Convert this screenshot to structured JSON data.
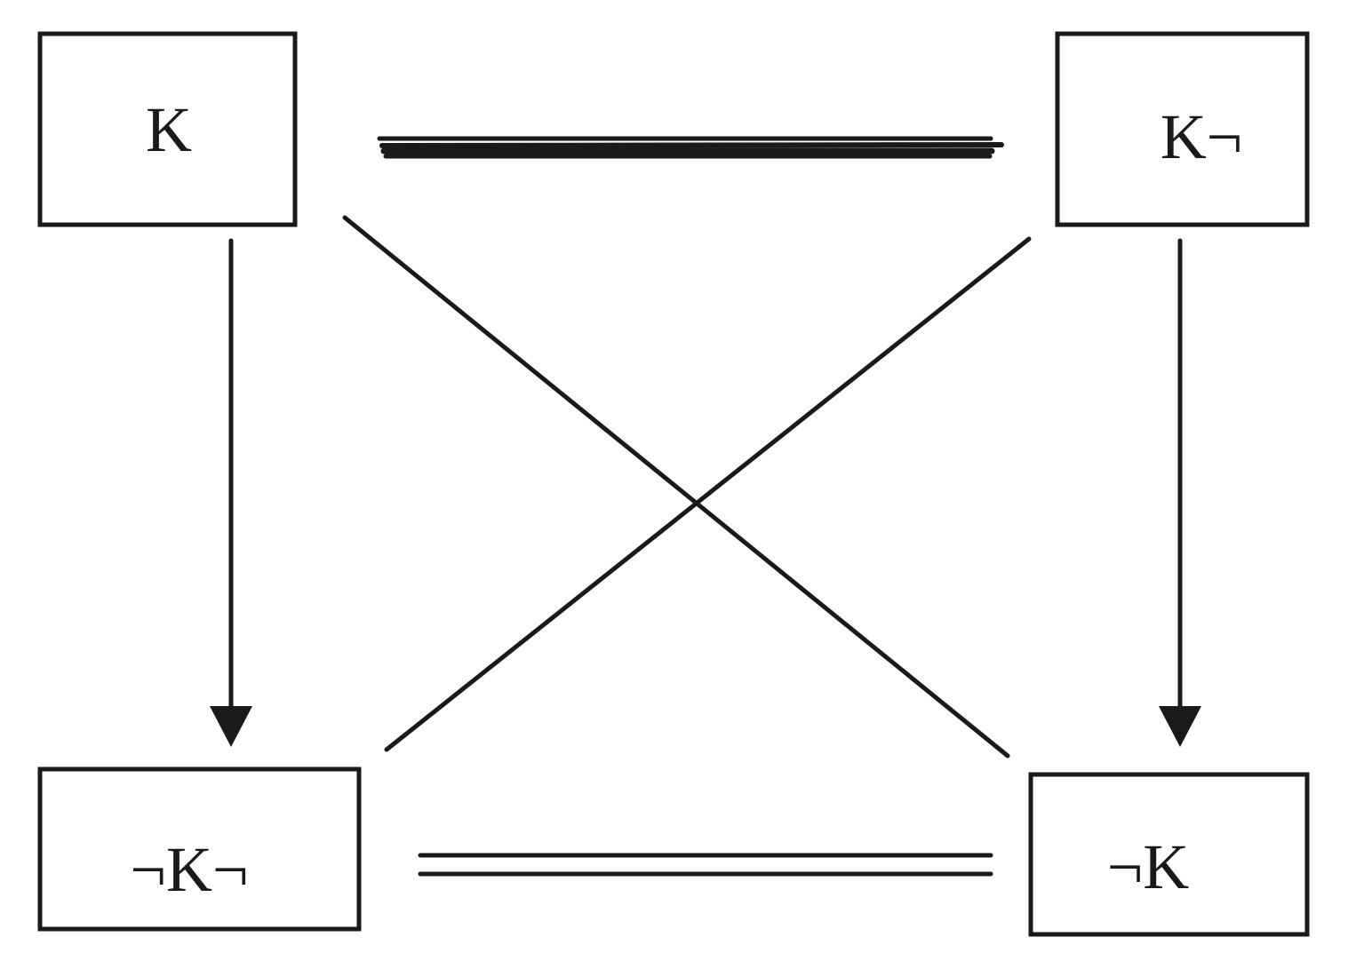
{
  "nodes": {
    "top_left": {
      "label": "K"
    },
    "top_right": {
      "label": "K¬"
    },
    "bottom_left": {
      "label": "¬K¬"
    },
    "bottom_right": {
      "label": "¬K"
    }
  },
  "edges": [
    {
      "from": "top_left",
      "to": "top_right",
      "style": "thick double line"
    },
    {
      "from": "bottom_left",
      "to": "bottom_right",
      "style": "double line"
    },
    {
      "from": "top_left",
      "to": "bottom_left",
      "style": "arrow"
    },
    {
      "from": "top_right",
      "to": "bottom_right",
      "style": "arrow"
    },
    {
      "from": "top_left",
      "to": "bottom_right",
      "style": "line"
    },
    {
      "from": "top_right",
      "to": "bottom_left",
      "style": "line"
    }
  ],
  "colors": {
    "stroke": "#1a1a1a",
    "background": "#ffffff"
  }
}
